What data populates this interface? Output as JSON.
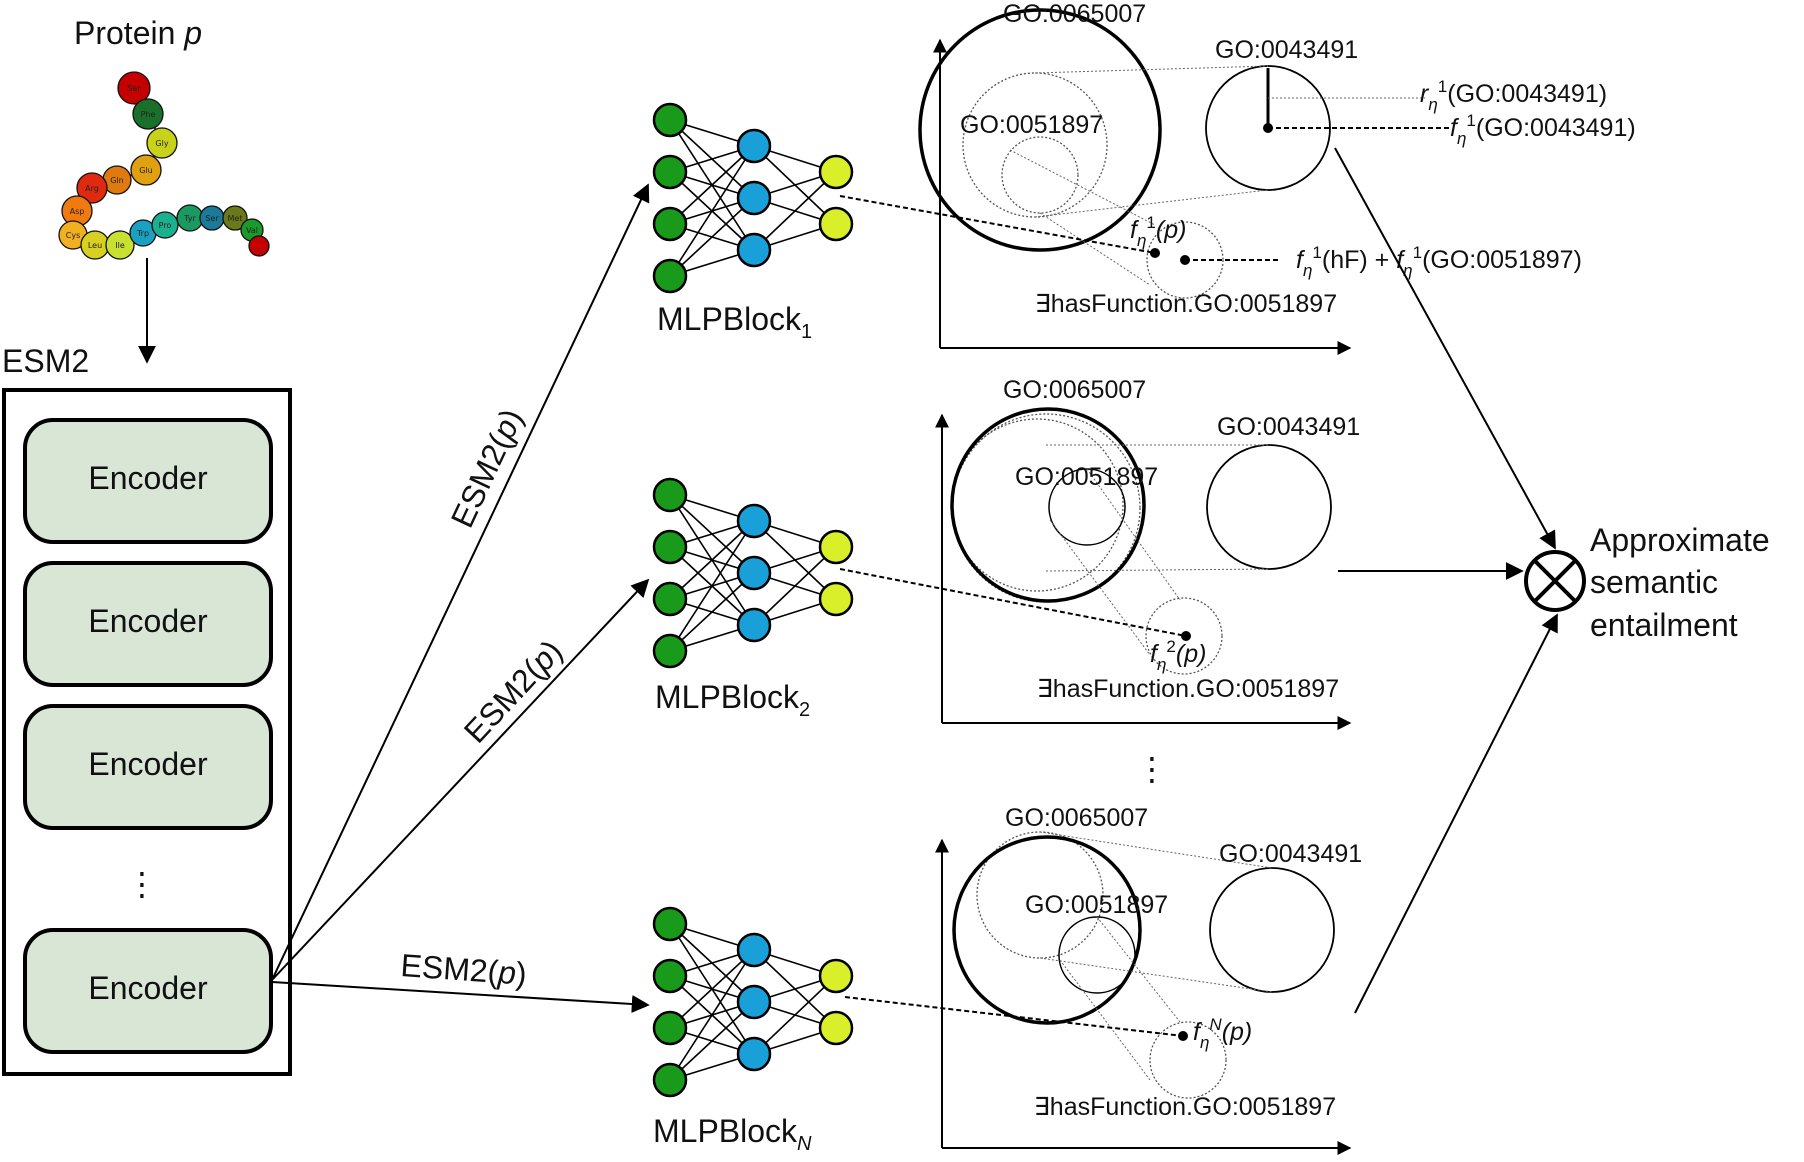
{
  "protein": {
    "title_prefix": "Protein ",
    "title_var": "p",
    "residues": [
      "Ser",
      "Phe",
      "Gly",
      "Glu",
      "Gln",
      "Arg",
      "Asp",
      "Cys",
      "Leu",
      "Ile",
      "Trp",
      "Pro",
      "Tyr",
      "Ser",
      "Met",
      "Val"
    ],
    "residue_colors": [
      "#c40000",
      "#1a6f2a",
      "#c8d21a",
      "#e0a010",
      "#e07a10",
      "#e02a10",
      "#f07a10",
      "#f0b020",
      "#d8d020",
      "#c8e030",
      "#1aa0c0",
      "#1ab090",
      "#1a9a60",
      "#1a7a9a",
      "#6a7a1a",
      "#1a9a2a"
    ]
  },
  "esm2": {
    "title": "ESM2",
    "encoders": [
      "Encoder",
      "Encoder",
      "Encoder",
      "Encoder"
    ],
    "ellipsis": "⋮"
  },
  "arrows": {
    "esm_label": "ESM2(",
    "esm_var": "p",
    "esm_close": ")"
  },
  "mlp_blocks": [
    {
      "name": "MLPBlock",
      "sub": "1"
    },
    {
      "name": "MLPBlock",
      "sub": "2"
    },
    {
      "name": "MLPBlock",
      "sub": "N"
    }
  ],
  "colors": {
    "input_node": "#1a9a1a",
    "hidden_node": "#1aa0d8",
    "output_node": "#d8ef2a",
    "encoder_fill": "#d9e6d6"
  },
  "panels": [
    {
      "go_outer": "GO:0065007",
      "go_right": "GO:0043491",
      "go_inner": "GO:0051897",
      "exists": "∃hasFunction.GO:0051897",
      "point_f": "f",
      "point_sub": "η",
      "point_sup": "1",
      "point_arg": "(p)",
      "r_label": "(GO:0043491)",
      "r_sym": "r",
      "r_sub": "η",
      "r_sup": "1",
      "f_label": "(GO:0043491)",
      "f_sym": "f",
      "f_sub": "η",
      "f_sup": "1",
      "sum_label_a": "(hF) + ",
      "sum_label_b": "(GO:0051897)"
    },
    {
      "go_outer": "GO:0065007",
      "go_right": "GO:0043491",
      "go_inner": "GO:0051897",
      "exists": "∃hasFunction.GO:0051897",
      "point_f": "f",
      "point_sub": "η",
      "point_sup": "2",
      "point_arg": "(p)"
    },
    {
      "go_outer": "GO:0065007",
      "go_right": "GO:0043491",
      "go_inner": "GO:0051897",
      "exists": "∃hasFunction.GO:0051897",
      "point_f": "f",
      "point_sub": "η",
      "point_sup": "N",
      "point_arg": "(p)"
    }
  ],
  "panel_ellipsis": "⋮",
  "result": {
    "symbol": "⊗",
    "lines": [
      "Approximate",
      "semantic",
      "entailment"
    ]
  }
}
